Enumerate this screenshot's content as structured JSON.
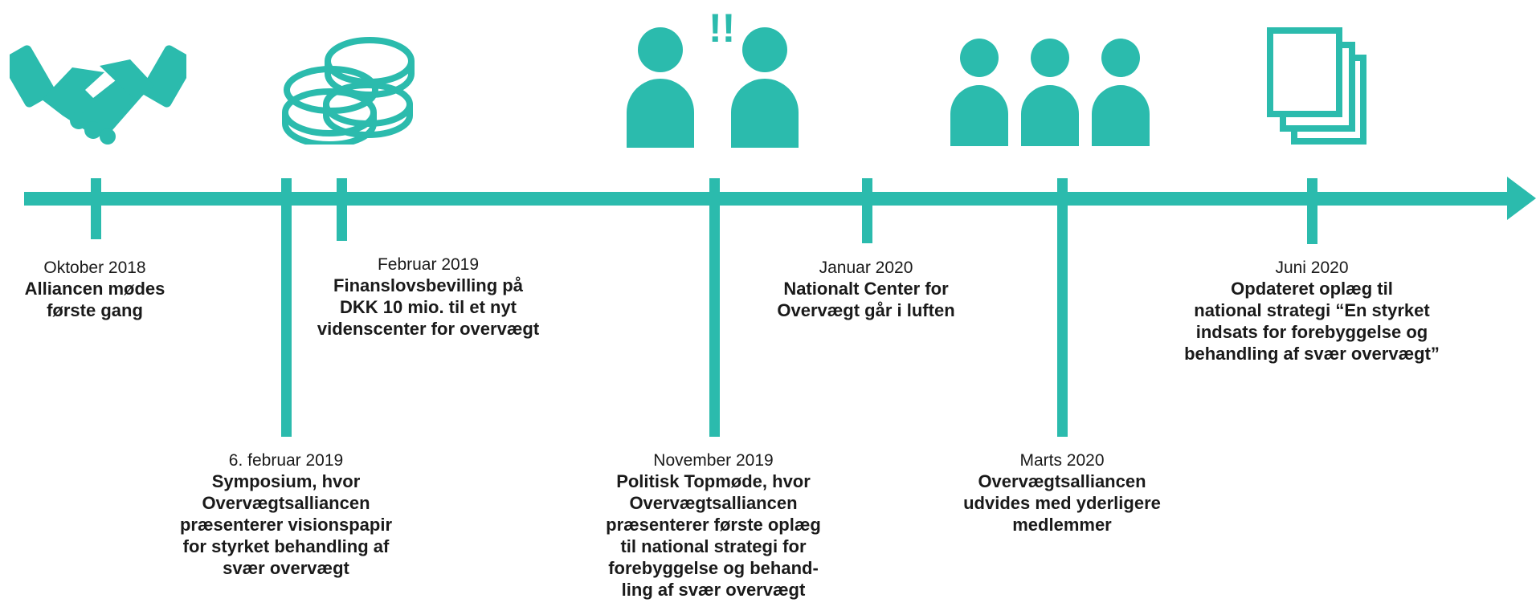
{
  "accent_color": "#2bbbad",
  "events": [
    {
      "date": "Oktober 2018",
      "lines": [
        "Alliancen mødes",
        "første gang"
      ]
    },
    {
      "date": "6. februar 2019",
      "lines": [
        "Symposium, hvor",
        "Overvægtsalliancen",
        "præsenterer visionspapir",
        "for styrket behandling af",
        "svær overvægt"
      ]
    },
    {
      "date": "Februar 2019",
      "lines": [
        "Finanslovsbevilling på",
        "DKK 10 mio. til et nyt",
        "videnscenter for overvægt"
      ]
    },
    {
      "date": "November 2019",
      "lines": [
        "Politisk Topmøde, hvor",
        "Overvægtsalliancen",
        "præsenterer første oplæg",
        "til national strategi for",
        "forebyggelse og behand-",
        "ling af svær overvægt"
      ]
    },
    {
      "date": "Januar 2020",
      "lines": [
        "Nationalt Center for",
        "Overvægt går i luften"
      ]
    },
    {
      "date": "Marts 2020",
      "lines": [
        "Overvægtsalliancen",
        "udvides med yderligere",
        "medlemmer"
      ]
    },
    {
      "date": "Juni 2020",
      "lines": [
        "Opdateret oplæg til",
        "national strategi “En styrket",
        "indsats for forebyggelse og",
        "behandling af svær overvægt”"
      ]
    }
  ],
  "icons": [
    "handshake-icon",
    "coins-icon",
    "people-discussion-icon",
    "group-icon",
    "documents-icon"
  ],
  "exclamation_marks": "!!"
}
